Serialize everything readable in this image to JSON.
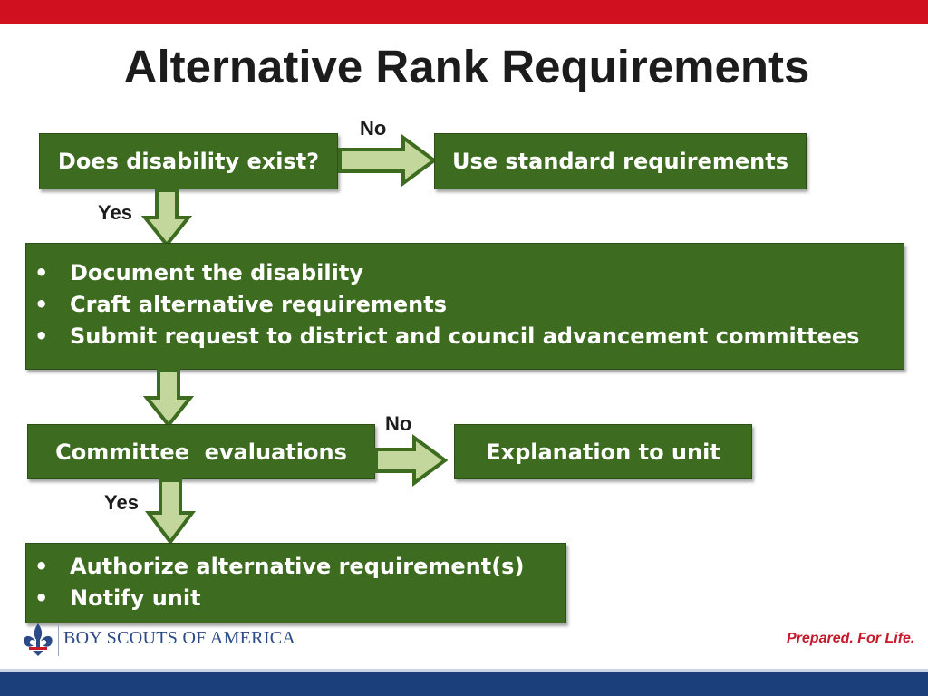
{
  "slide": {
    "title": "Alternative Rank Requirements"
  },
  "flow": {
    "q1": "Does disability exist?",
    "q1_no_label": "No",
    "q1_no_result": "Use standard requirements",
    "q1_yes_label": "Yes",
    "steps_box": {
      "items": [
        "Document the disability",
        "Craft alternative requirements",
        "Submit request to district and council advancement committees"
      ]
    },
    "q2": "Committee  evaluations",
    "q2_no_label": "No",
    "q2_no_result": "Explanation to unit",
    "q2_yes_label": "Yes",
    "final_box": {
      "items": [
        "Authorize alternative requirement(s)",
        "Notify unit"
      ]
    },
    "bullet_char": "•"
  },
  "footer": {
    "org_name": "BOY SCOUTS OF AMERICA",
    "tagline": "Prepared. For Life.",
    "logo_icon": "fleur-de-lis-icon"
  },
  "colors": {
    "box_green": "#3d6b1f",
    "arrow_fill": "#c3d69b",
    "arrow_stroke": "#3d6b1f",
    "top_bar": "#d0101f",
    "footer_blue": "#1a3f7a"
  }
}
